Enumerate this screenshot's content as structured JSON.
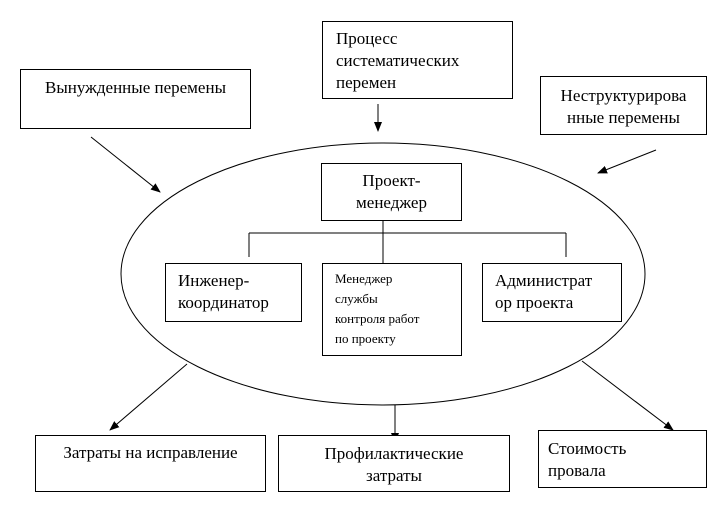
{
  "inputs": {
    "forced": "Вынужденные перемены",
    "systematic": [
      "Процесс",
      "систематических",
      "перемен"
    ],
    "unstructured": [
      "Неструктурирова",
      "нные перемены"
    ]
  },
  "team": {
    "project_manager": [
      "Проект-",
      "менеджер"
    ],
    "engineer": [
      "Инженер-",
      "координатор"
    ],
    "control_manager": [
      "Менеджер",
      "службы",
      "контроля работ",
      "по проекту"
    ],
    "administrator": [
      "Администрат",
      "ор проекта"
    ]
  },
  "outputs": {
    "correction_costs": "Затраты на исправление",
    "preventive_costs": [
      "Профилактические",
      "затраты"
    ],
    "failure_cost": [
      "Стоимость",
      "провала"
    ]
  }
}
